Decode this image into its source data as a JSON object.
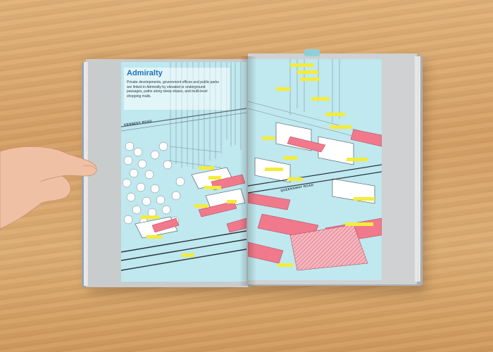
{
  "scene": "photo of an open book on a wooden table",
  "left_page": {
    "title": "Admiralty",
    "intro": "Private developments, government offices and public parks are linked in Admiralty by elevated or underground passages, paths along steep slopes, and multi-level shopping malls.",
    "road_label": "KENNEDY ROAD"
  },
  "right_page": {
    "road_label": "QUEENSWAY ROAD"
  },
  "colors": {
    "map_background": "#bfe8ef",
    "walkway_pink": "#f07a8c",
    "label_yellow": "#f4ec3a",
    "title_blue": "#1f6fbf",
    "book_cover": "#a9b0b4",
    "wood": "#d9a86c"
  }
}
